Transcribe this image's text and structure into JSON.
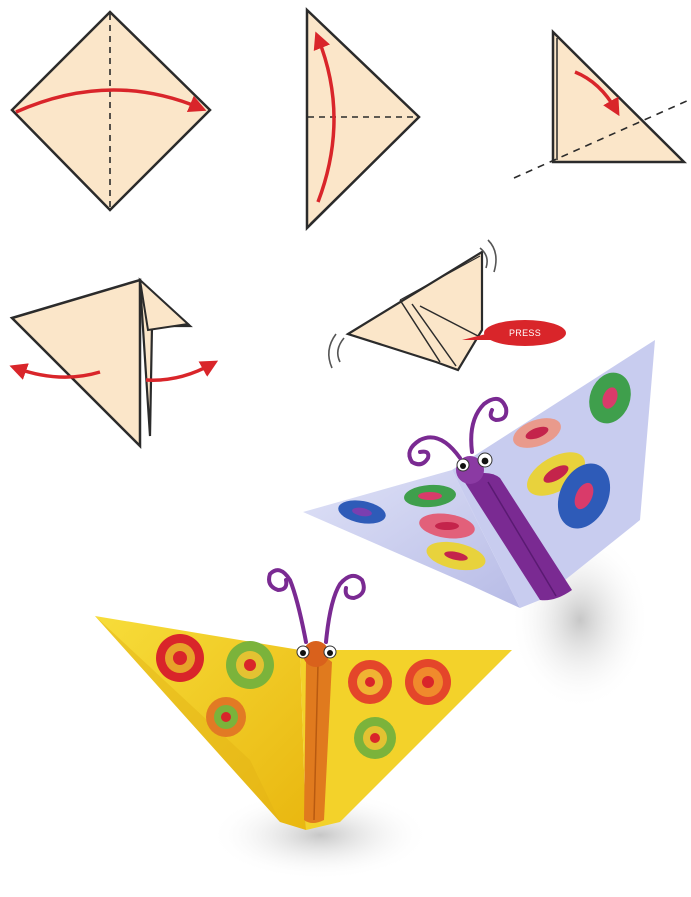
{
  "diagram": {
    "steps": [
      {
        "name": "step-1",
        "paper": "square",
        "fold": "vertical-center",
        "arrow": "left-to-right"
      },
      {
        "name": "step-2",
        "paper": "triangle",
        "fold": "horizontal-center",
        "arrow": "bottom-to-top"
      },
      {
        "name": "step-3",
        "paper": "small-triangle",
        "fold": "diagonal",
        "arrow": "fold-down"
      },
      {
        "name": "step-4",
        "paper": "open-pocket",
        "arrows": [
          "push-left",
          "push-right"
        ]
      },
      {
        "name": "step-5",
        "paper": "pleated-wing",
        "callout": "PRESS"
      }
    ],
    "press_label": "PRESS",
    "butterflies": [
      {
        "name": "purple-butterfly",
        "paper_color": "#c9cdf0",
        "body_color": "#7a2a92"
      },
      {
        "name": "yellow-butterfly",
        "paper_color": "#f2cf1c",
        "body_color": "#e07a1e"
      }
    ],
    "colors": {
      "paper": "#fbe6c9",
      "outline": "#2b2b2b",
      "arrow": "#d9252a",
      "press_badge": "#d9252a"
    }
  }
}
